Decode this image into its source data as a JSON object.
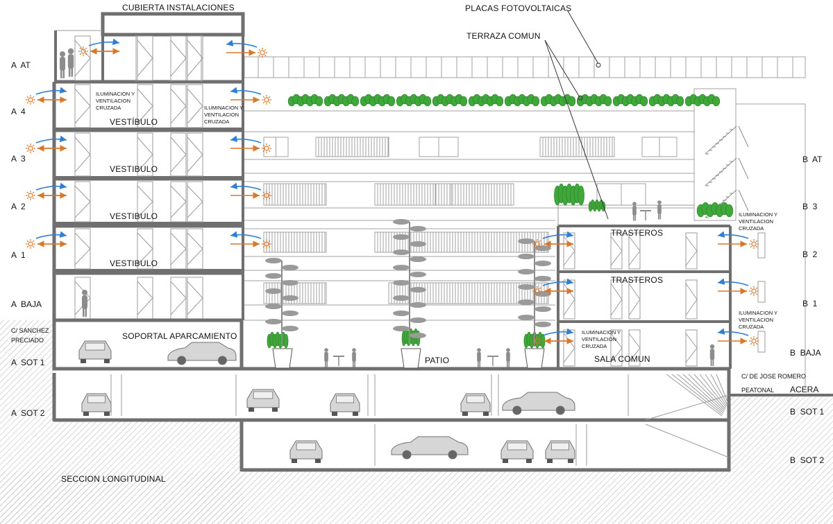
{
  "labels": {
    "cubierta": "CUBIERTA INSTALACIONES",
    "placas": "PLACAS FOTOVOLTAICAS",
    "terraza": "TERRAZA COMUN",
    "vestibulo": "VESTÍBULO",
    "vestibulo_plain": "VESTIBULO",
    "iluminacion": [
      "ILUMINACION Y",
      "VENTILACION",
      "CRUZADA"
    ],
    "soportal": "SOPORTAL APARCAMIENTO",
    "patio": "PATIO",
    "sala": "SALA COMUN",
    "trasteros": "TRASTEROS",
    "calle_a": [
      "C/ SANCHEZ",
      "PRECIADO"
    ],
    "calle_b": "C/ DE JOSE ROMERO",
    "peatonal": "PEATONAL",
    "acera": "ACERA",
    "seccion": "SECCION LONGITUDINAL"
  },
  "levels_a": [
    "A  AT",
    "A  4",
    "A  3",
    "A  2",
    "A  1",
    "A  BAJA",
    "A  SOT 1",
    "A  SOT 2"
  ],
  "levels_b": [
    "B  AT",
    "B  3",
    "B  2",
    "B  1",
    "B  BAJA",
    "B  SOT 1",
    "B  SOT 2"
  ],
  "colors": {
    "wall": "#6f6f6f",
    "line": "#9a9a9a",
    "air_in": "#2f7fd6",
    "air_out": "#d9772b",
    "green": "#3fa83a",
    "hatch": "#a8a8a8"
  }
}
